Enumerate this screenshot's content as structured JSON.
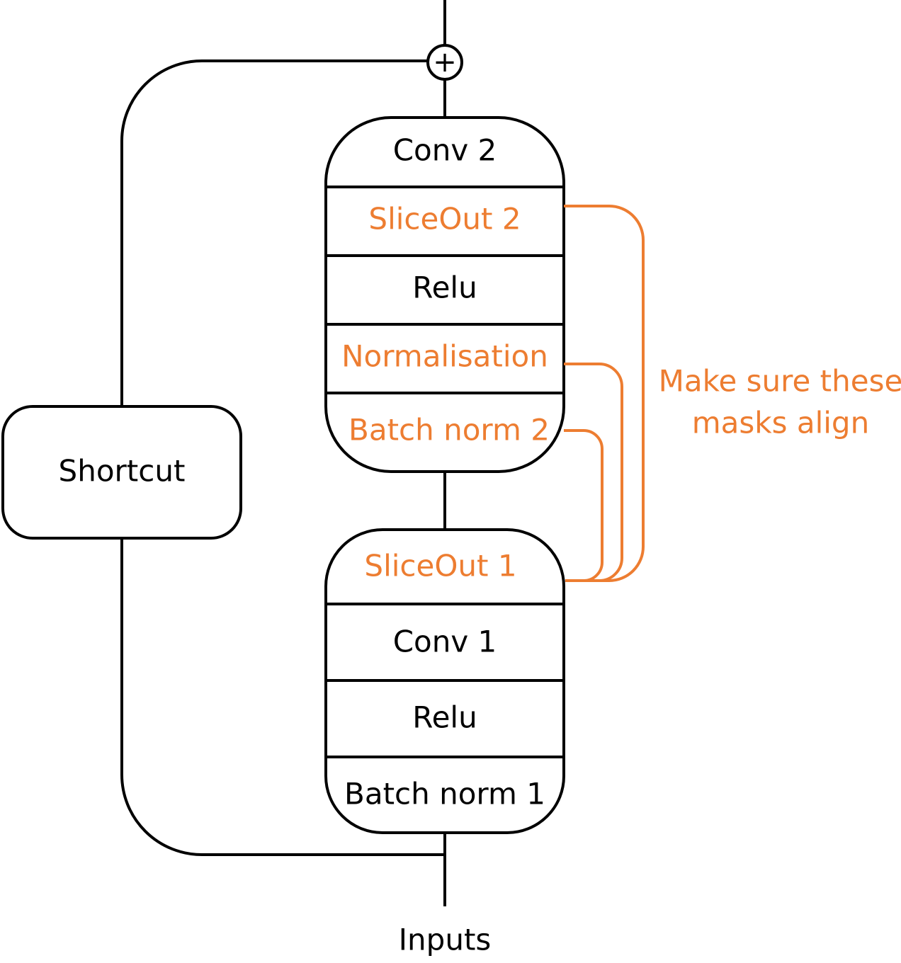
{
  "colors": {
    "line": "#000000",
    "highlight": "#ED7D31",
    "background": "#FFFFFF"
  },
  "block2": {
    "layers": [
      "Conv 2",
      "SliceOut 2",
      "Relu",
      "Normalisation",
      "Batch norm 2"
    ],
    "highlighted": [
      false,
      true,
      false,
      true,
      true
    ]
  },
  "block1": {
    "layers": [
      "SliceOut 1",
      "Conv 1",
      "Relu",
      "Batch norm 1"
    ],
    "highlighted": [
      true,
      false,
      false,
      false
    ]
  },
  "shortcut": {
    "label": "Shortcut"
  },
  "input": {
    "label": "Inputs"
  },
  "add": {
    "symbol": "+"
  },
  "annotation": {
    "line1": "Make sure these",
    "line2": "masks align"
  }
}
